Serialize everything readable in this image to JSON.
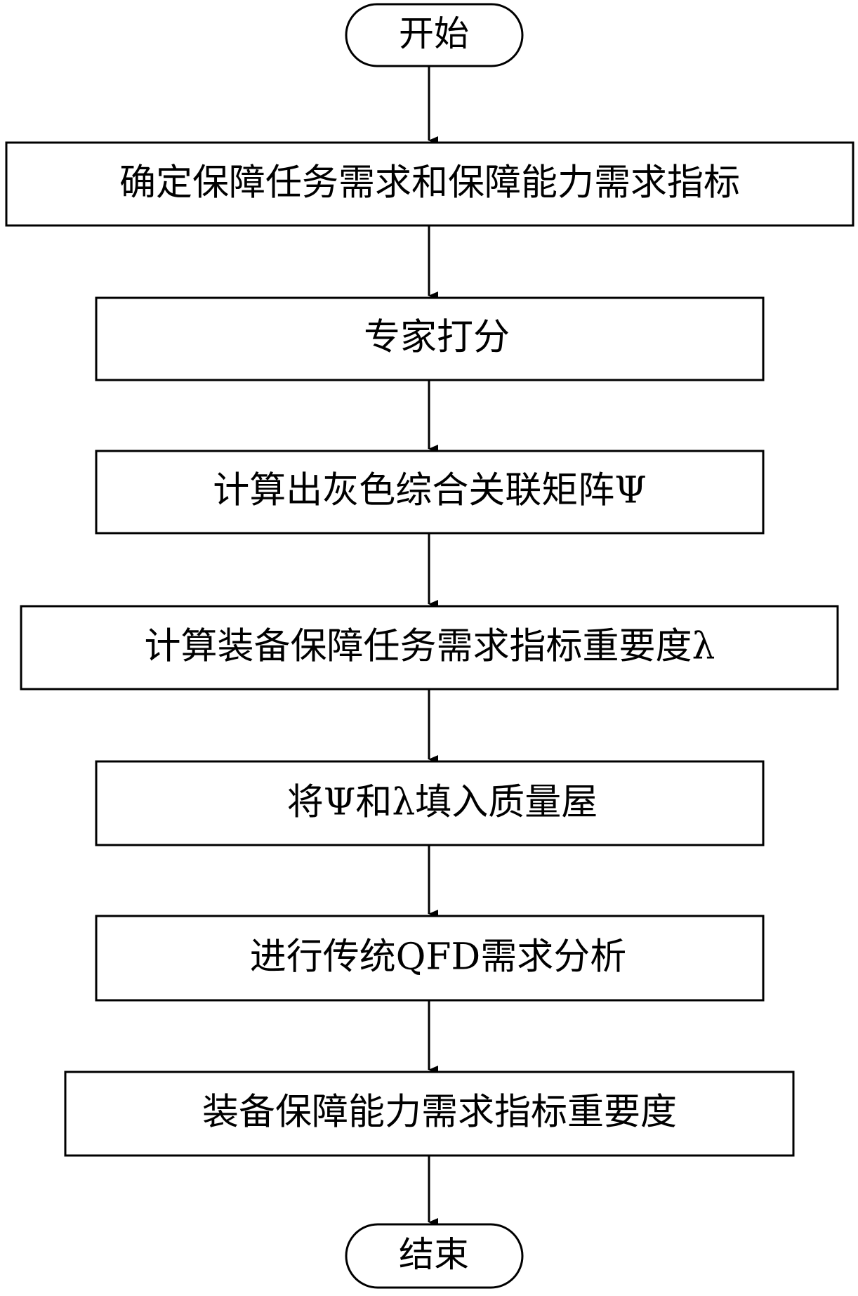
{
  "flowchart": {
    "start": {
      "label": "开始"
    },
    "steps": [
      {
        "id": "step1",
        "label": "确定保障任务需求和保障能力需求指标"
      },
      {
        "id": "step2",
        "label": "专家打分"
      },
      {
        "id": "step3",
        "label": "计算出灰色综合关联矩阵Ψ"
      },
      {
        "id": "step4",
        "label": "计算装备保障任务需求指标重要度λ"
      },
      {
        "id": "step5",
        "label": "将Ψ和λ填入质量屋"
      },
      {
        "id": "step6",
        "label": "进行传统QFD需求分析"
      },
      {
        "id": "step7",
        "label": "装备保障能力需求指标重要度"
      }
    ],
    "end": {
      "label": "结束"
    },
    "colors": {
      "stroke": "#000000",
      "fill": "#ffffff",
      "text": "#000000"
    }
  }
}
